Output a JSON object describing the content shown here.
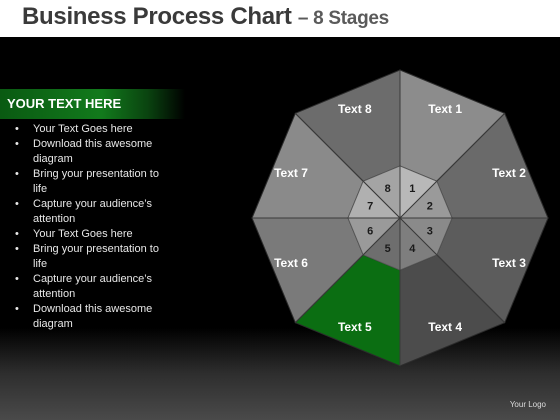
{
  "title": {
    "main": "Business Process Chart",
    "sub": "– 8 Stages"
  },
  "panel": {
    "heading": "YOUR TEXT HERE",
    "bullets": [
      "Your Text Goes here",
      "Download this awesome diagram",
      "Bring your presentation to life",
      "Capture your audience’s attention",
      "Your Text Goes here",
      "Bring your presentation to life",
      "Capture your audience’s attention",
      "Download this awesome diagram"
    ]
  },
  "diagram": {
    "outer_labels": [
      "Text 1",
      "Text 2",
      "Text 3",
      "Text 4",
      "Text 5",
      "Text 6",
      "Text 7",
      "Text 8"
    ],
    "inner_numbers": [
      "1",
      "2",
      "3",
      "4",
      "5",
      "6",
      "7",
      "8"
    ],
    "highlighted_stage": 5,
    "colors": {
      "highlight": "#0b6e12",
      "light": "#8f8f8f",
      "mid": "#6e6e6e",
      "dark": "#4a4a4a",
      "inner_light": "#a8a8a8",
      "inner_dark": "#7a7a7a"
    }
  },
  "footer": {
    "logo": "Your Logo"
  }
}
